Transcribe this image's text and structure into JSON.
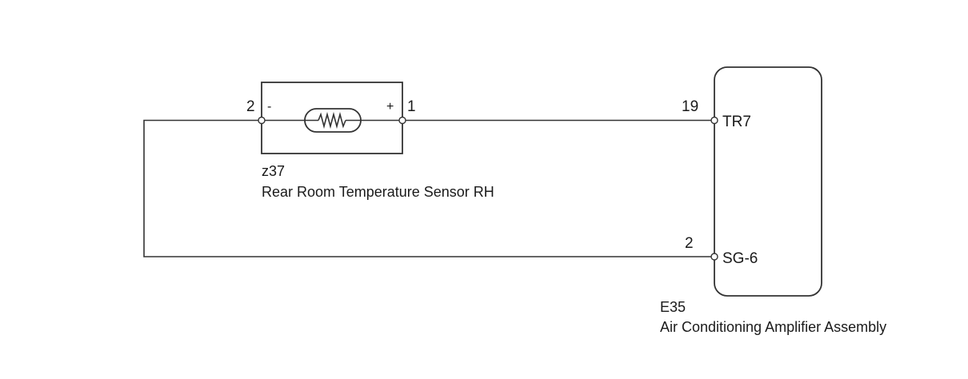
{
  "sensor": {
    "code": "z37",
    "name": "Rear Room Temperature Sensor RH",
    "pins": [
      {
        "number": "2",
        "polarity": "-"
      },
      {
        "number": "1",
        "polarity": "+"
      }
    ]
  },
  "amplifier": {
    "code": "E35",
    "name": "Air Conditioning Amplifier Assembly",
    "terminals": [
      {
        "number": "19",
        "name": "TR7"
      },
      {
        "number": "2",
        "name": "SG-6"
      }
    ]
  },
  "colors": {
    "line": "#333333",
    "text": "#1a1a1a",
    "background": "#ffffff"
  }
}
